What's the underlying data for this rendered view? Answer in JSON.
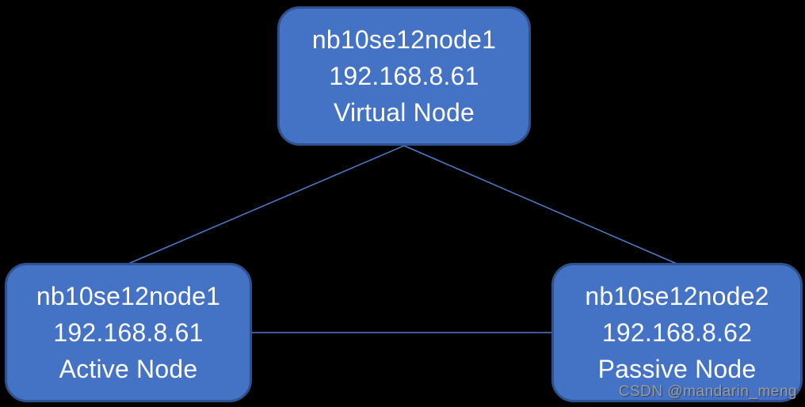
{
  "colors": {
    "node_fill": "#4472C4",
    "node_border": "#2F528F",
    "connector": "#4F7BC9",
    "text": "#FFFFFF",
    "watermark": "#9B9B9B",
    "background": "#000000"
  },
  "nodes": [
    {
      "id": "virtual",
      "hostname": "nb10se12node1",
      "ip": "192.168.8.61",
      "role": "Virtual Node"
    },
    {
      "id": "active",
      "hostname": "nb10se12node1",
      "ip": "192.168.8.61",
      "role": "Active Node"
    },
    {
      "id": "passive",
      "hostname": "nb10se12node2",
      "ip": "192.168.8.62",
      "role": "Passive Node"
    }
  ],
  "connections": [
    {
      "from": "virtual",
      "to": "active"
    },
    {
      "from": "virtual",
      "to": "passive"
    },
    {
      "from": "active",
      "to": "passive"
    }
  ],
  "watermark": {
    "text": "CSDN @mandarin_meng"
  }
}
